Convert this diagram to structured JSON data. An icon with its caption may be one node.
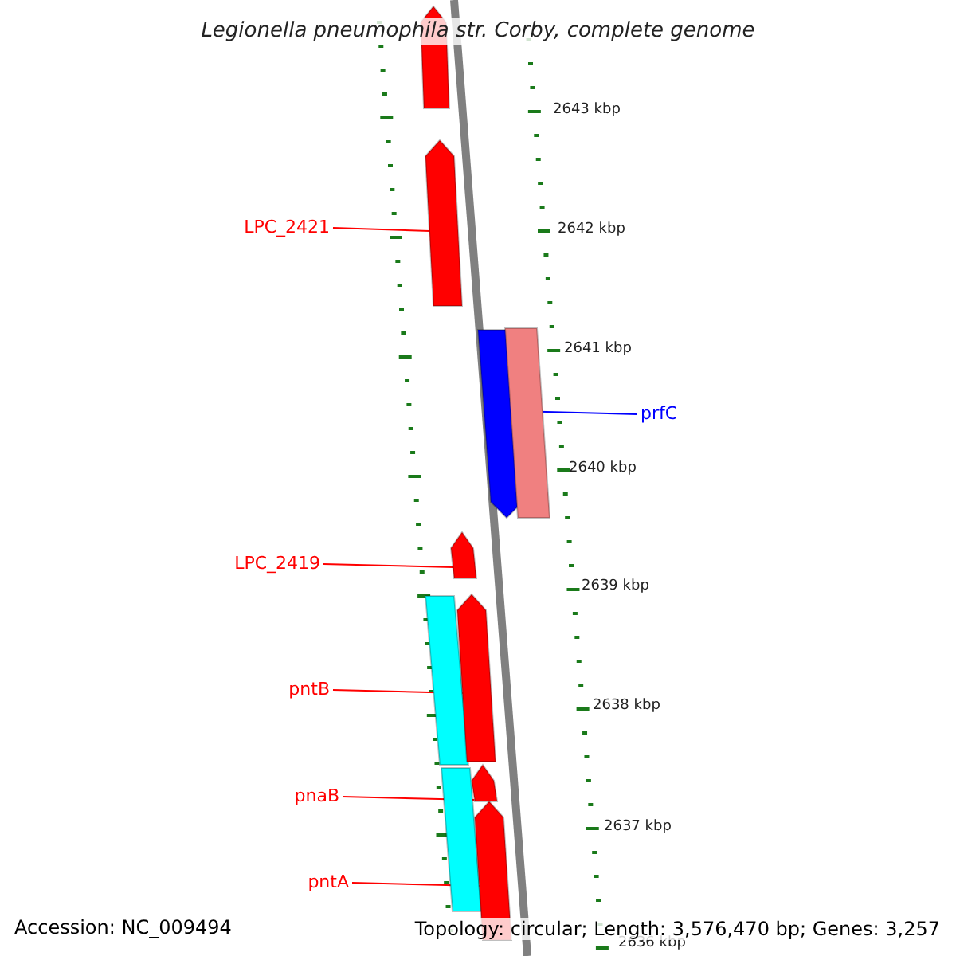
{
  "diagram": {
    "title": "Legionella pneumophila str. Corby, complete genome",
    "nodes": [
      {
        "text": [],
        "shape": "bar"
      },
      {
        "text": [],
        "shape": "bar"
      },
      {
        "text": [
          "LPC_2421"
        ]
      },
      {
        "text": [],
        "shape": "bar"
      },
      {
        "text": [],
        "shape": "bar"
      },
      {
        "text": [
          "prfC"
        ]
      },
      {
        "text": [],
        "shape": "bar"
      },
      {
        "text": [
          "LPC_2419"
        ]
      },
      {
        "text": [],
        "shape": "bar"
      },
      {
        "text": [],
        "shape": "bar"
      },
      {
        "text": [
          "pntB"
        ]
      },
      {
        "text": [],
        "shape": "bar"
      },
      {
        "text": [],
        "shape": "bar"
      },
      {
        "text": [
          "pnaB"
        ]
      },
      {
        "text": [],
        "shape": "bar"
      },
      {
        "text": [
          "pntA"
        ]
      }
    ],
    "edges": [
      {
        "from": 2,
        "to": 1,
        "arrow": "none"
      },
      {
        "from": 5,
        "to": 3,
        "arrow": "none",
        "color": "#0000ff"
      },
      {
        "from": 7,
        "to": 6,
        "arrow": "none"
      },
      {
        "from": 10,
        "to": 9,
        "arrow": "none"
      },
      {
        "from": 13,
        "to": 11,
        "arrow": "none"
      },
      {
        "from": 15,
        "to": 14,
        "arrow": "none"
      }
    ],
    "labels": [
      "2643 kbp",
      "2642 kbp",
      "2641 kbp",
      "2640 kbp",
      "2639 kbp",
      "2638 kbp",
      "2637 kbp",
      "2636 kbp",
      "Accession: NC_009494",
      "Topology: circular; Length: 3,576,470 bp; Genes: 3,257"
    ]
  }
}
